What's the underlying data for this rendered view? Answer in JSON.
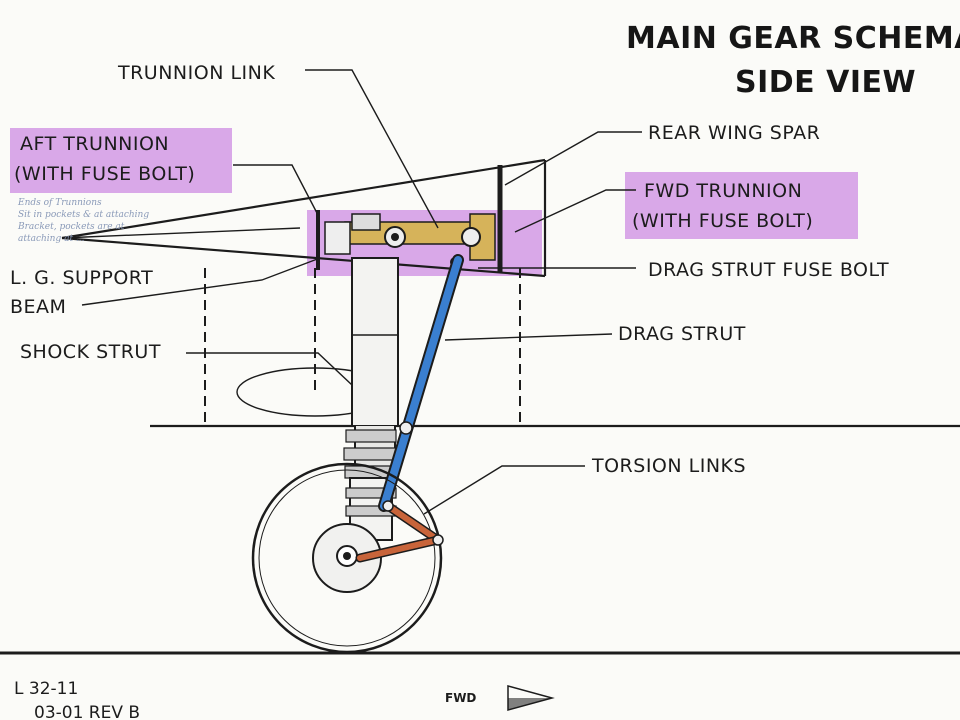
{
  "title": {
    "line1": "MAIN GEAR SCHEMATIC",
    "line2": "SIDE VIEW"
  },
  "labels": {
    "trunnion_link": "TRUNNION LINK",
    "aft_trunnion_1": "AFT TRUNNION",
    "aft_trunnion_2": "(WITH FUSE BOLT)",
    "rear_wing_spar": "REAR WING SPAR",
    "fwd_trunnion_1": "FWD TRUNNION",
    "fwd_trunnion_2": "(WITH FUSE BOLT)",
    "lg_support_1": "L. G. SUPPORT",
    "lg_support_2": "BEAM",
    "drag_strut_fuse_bolt": "DRAG STRUT FUSE BOLT",
    "drag_strut": "DRAG STRUT",
    "shock_strut": "SHOCK STRUT",
    "torsion_links": "TORSION LINKS"
  },
  "handwritten_notes": [
    "Ends of Trunnions",
    "Sit in pockets & at attaching",
    "Bracket, pockets are at",
    "attaching at ..."
  ],
  "footer": {
    "ref": "L 32-11",
    "rev": "03-01 REV B",
    "direction": "FWD"
  },
  "colors": {
    "highlight": "#d9a8e8",
    "drag_strut": "#3a7fd0",
    "trunnion_link": "#d6b35a",
    "torsion_links": "#c8643a",
    "ink": "#1c1c1c"
  }
}
